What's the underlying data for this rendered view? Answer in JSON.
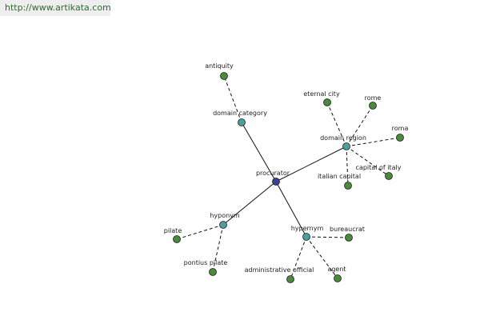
{
  "site_url": "http://www.artikata.com",
  "colors": {
    "center_node": "#3a3f8f",
    "relation_node": "#4f9e9e",
    "leaf_node": "#4a8a3c",
    "node_stroke": "#1f1f1f",
    "edge": "#111111"
  },
  "graph": {
    "center": {
      "id": "procurator",
      "label": "procurator"
    },
    "relations": [
      {
        "id": "domain_category",
        "label": "domain category",
        "leaves": [
          {
            "id": "antiquity",
            "label": "antiquity"
          }
        ]
      },
      {
        "id": "domain_region",
        "label": "domain region",
        "leaves": [
          {
            "id": "eternal_city",
            "label": "eternal city"
          },
          {
            "id": "rome",
            "label": "rome"
          },
          {
            "id": "roma",
            "label": "roma"
          },
          {
            "id": "capital_of_italy",
            "label": "capital of italy"
          },
          {
            "id": "italian_capital",
            "label": "italian capital"
          }
        ]
      },
      {
        "id": "hyponym",
        "label": "hyponym",
        "leaves": [
          {
            "id": "pilate",
            "label": "pilate"
          },
          {
            "id": "pontius_pilate",
            "label": "pontius pilate"
          }
        ]
      },
      {
        "id": "hypernym",
        "label": "hypernym",
        "leaves": [
          {
            "id": "bureaucrat",
            "label": "bureaucrat"
          },
          {
            "id": "agent",
            "label": "agent"
          },
          {
            "id": "administrative_official",
            "label": "administrative official"
          }
        ]
      }
    ]
  }
}
